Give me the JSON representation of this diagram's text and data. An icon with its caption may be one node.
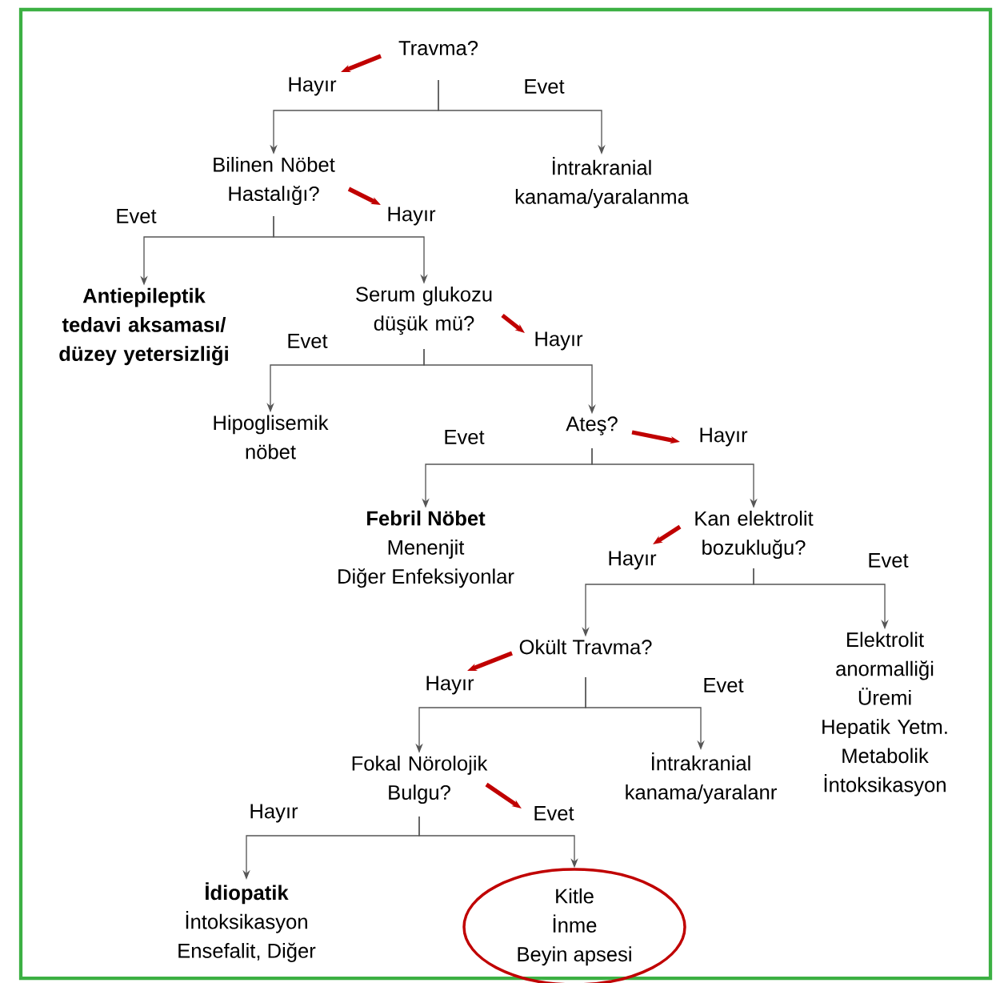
{
  "diagram": {
    "nodes": [
      {
        "text": [
          "Travma?"
        ]
      },
      {
        "text": [
          "Hayır"
        ]
      },
      {
        "text": [
          "Evet"
        ]
      },
      {
        "text": [
          "Bilinen Nöbet Hastalığı?"
        ]
      },
      {
        "text": [
          "İntrakranial kanama/yaralanma"
        ]
      },
      {
        "text": [
          "Evet"
        ]
      },
      {
        "text": [
          "Hayır"
        ]
      },
      {
        "text": [
          "Antiepileptik tedavi aksaması/ düzey yetersizliği"
        ]
      },
      {
        "text": [
          "Serum glukozu düşük mü?"
        ]
      },
      {
        "text": [
          "Evet"
        ]
      },
      {
        "text": [
          "Hayır"
        ]
      },
      {
        "text": [
          "Hipoglisemik nöbet"
        ]
      },
      {
        "text": [
          "Ateş?"
        ]
      },
      {
        "text": [
          "Evet"
        ]
      },
      {
        "text": [
          "Hayır"
        ]
      },
      {
        "text": [
          "Febril Nöbet",
          "Menenjit",
          "Diğer Enfeksiyonlar"
        ]
      },
      {
        "text": [
          "Kan elektrolit bozukluğu?"
        ]
      },
      {
        "text": [
          "Hayır"
        ]
      },
      {
        "text": [
          "Evet"
        ]
      },
      {
        "text": [
          "Okült Travma?"
        ]
      },
      {
        "text": [
          "Hayır"
        ]
      },
      {
        "text": [
          "Evet"
        ]
      },
      {
        "text": [
          "Elektrolit anormalliği",
          "Üremi",
          "Hepatik Yetm.",
          "Metabolik İntoksikasyon"
        ]
      },
      {
        "text": [
          "Fokal Nörolojik Bulgu?"
        ]
      },
      {
        "text": [
          "İntrakranial kanama/yaralanr"
        ]
      },
      {
        "text": [
          "Hayır"
        ]
      },
      {
        "text": [
          "Evet"
        ]
      },
      {
        "text": [
          "İdiopatik",
          "İntoksikasyon",
          "Ensefalit, Diğer"
        ]
      },
      {
        "text": [
          "Kitle",
          "İnme",
          "Beyin apsesi"
        ]
      }
    ],
    "edges": [
      {
        "from": 0,
        "to": 3,
        "arrow": "to"
      },
      {
        "from": 0,
        "to": 4,
        "arrow": "to"
      },
      {
        "from": 0,
        "to": 1,
        "arrow": "to",
        "style": "thick",
        "color": "#c00000"
      },
      {
        "from": 3,
        "to": 7,
        "arrow": "to"
      },
      {
        "from": 3,
        "to": 8,
        "arrow": "to"
      },
      {
        "from": 3,
        "to": 6,
        "arrow": "to",
        "style": "thick",
        "color": "#c00000"
      },
      {
        "from": 8,
        "to": 11,
        "arrow": "to"
      },
      {
        "from": 8,
        "to": 12,
        "arrow": "to"
      },
      {
        "from": 8,
        "to": 10,
        "arrow": "to",
        "style": "thick",
        "color": "#c00000"
      },
      {
        "from": 12,
        "to": 15,
        "arrow": "to"
      },
      {
        "from": 12,
        "to": 16,
        "arrow": "to"
      },
      {
        "from": 12,
        "to": 14,
        "arrow": "to",
        "style": "thick",
        "color": "#c00000"
      },
      {
        "from": 16,
        "to": 19,
        "arrow": "to"
      },
      {
        "from": 16,
        "to": 22,
        "arrow": "to"
      },
      {
        "from": 16,
        "to": 17,
        "arrow": "to",
        "style": "thick",
        "color": "#c00000"
      },
      {
        "from": 19,
        "to": 23,
        "arrow": "to"
      },
      {
        "from": 19,
        "to": 24,
        "arrow": "to"
      },
      {
        "from": 19,
        "to": 20,
        "arrow": "to",
        "style": "thick",
        "color": "#c00000"
      },
      {
        "from": 23,
        "to": 27,
        "arrow": "to"
      },
      {
        "from": 23,
        "to": 28,
        "arrow": "to"
      },
      {
        "from": 23,
        "to": 26,
        "arrow": "to",
        "style": "thick",
        "color": "#c00000"
      }
    ]
  }
}
